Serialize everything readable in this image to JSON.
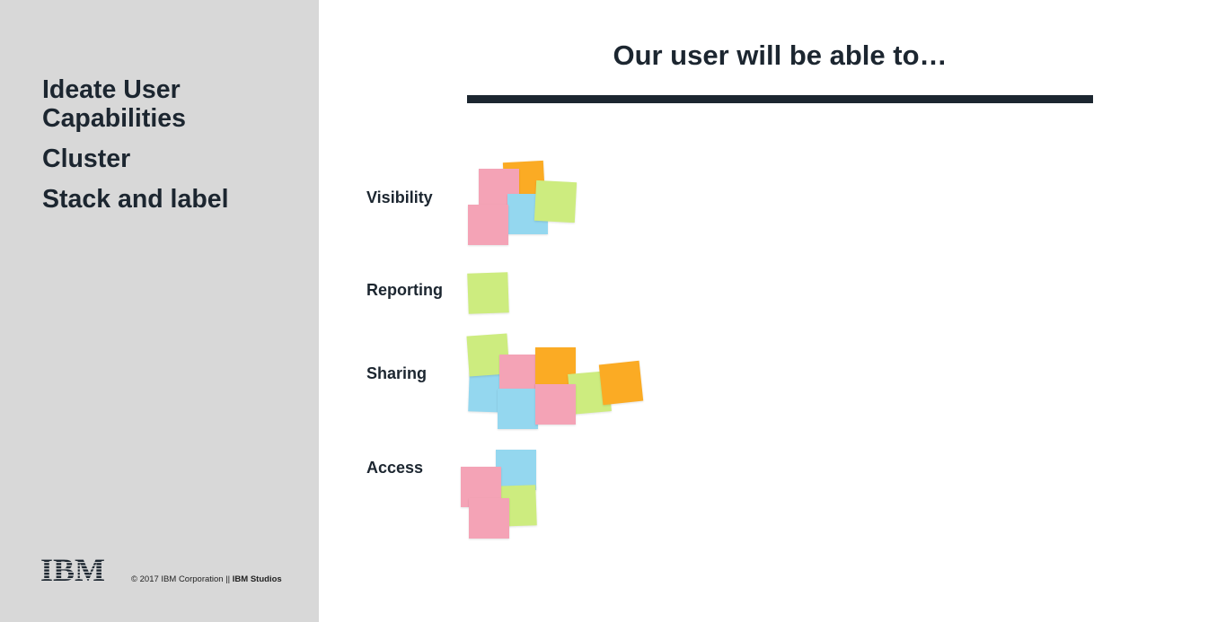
{
  "sidebar": {
    "steps": [
      "Ideate User\nCapabilities",
      "Cluster",
      "Stack and label"
    ],
    "logo_text": "IBM",
    "copyright": "© 2017 IBM Corporation  ||",
    "studio": "IBM Studios"
  },
  "main": {
    "title": "Our user will be able to…",
    "clusters": [
      {
        "label": "Visibility",
        "notes": [
          "orange",
          "pink",
          "blue",
          "green",
          "pink"
        ]
      },
      {
        "label": "Reporting",
        "notes": [
          "green"
        ]
      },
      {
        "label": "Sharing",
        "notes": [
          "blue",
          "green",
          "pink",
          "orange",
          "blue",
          "pink",
          "green",
          "orange"
        ]
      },
      {
        "label": "Access",
        "notes": [
          "blue",
          "pink",
          "green",
          "pink"
        ]
      }
    ]
  },
  "colors": {
    "sidebar_bg": "#d8d8d8",
    "text": "#1c2630",
    "note_pink": "#f4a3b6",
    "note_orange": "#fbab24",
    "note_green": "#cdec7f",
    "note_blue": "#94d7ef"
  }
}
